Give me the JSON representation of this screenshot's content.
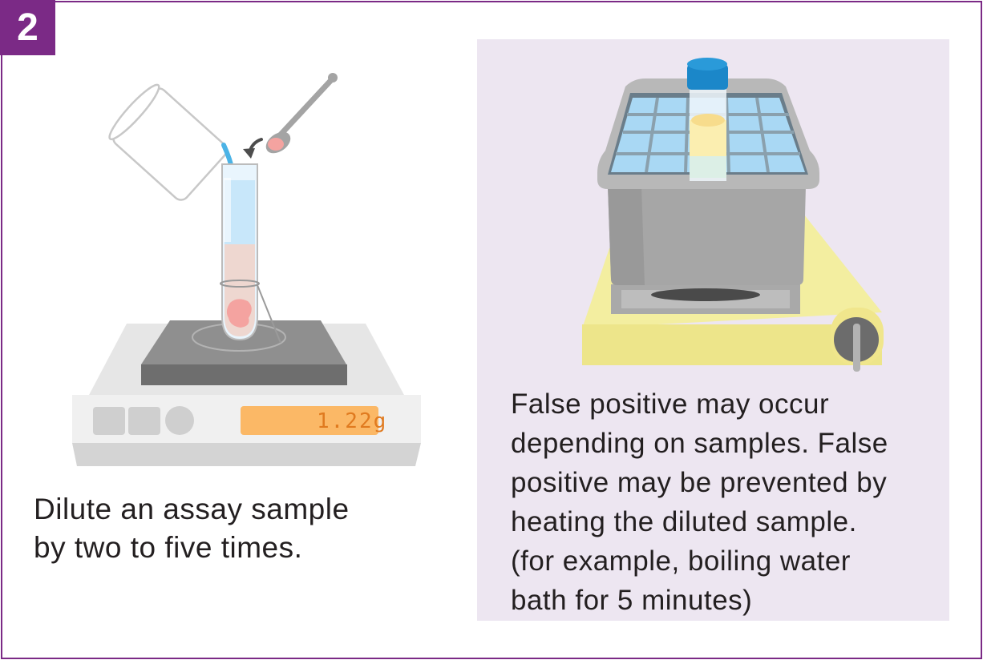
{
  "step": {
    "number": "2"
  },
  "left_panel": {
    "scale_display": "1.22g",
    "caption": "Dilute an assay sample\nby two to five times."
  },
  "right_panel": {
    "caption": "False positive may occur\ndepending on samples. False\npositive may be prevented by\nheating the diluted sample.\n(for example, boiling water\nbath for 5 minutes)"
  },
  "colors": {
    "accent_purple": "#7b2a86",
    "panel_background": "#ede6f1",
    "scale_display": "#fbb866",
    "hot_plate": "#f3eea0",
    "water": "#a9d8f4",
    "tube_cap": "#1b87c9",
    "sample_pink": "#f4a3a0"
  }
}
